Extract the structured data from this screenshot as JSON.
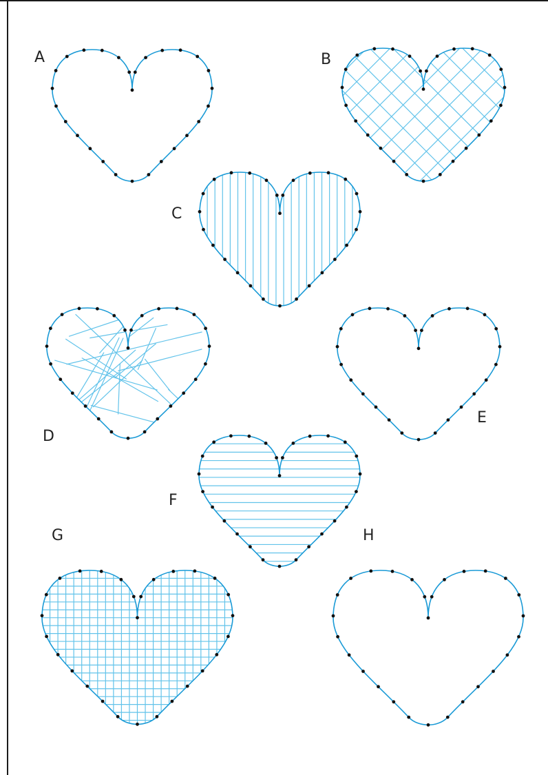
{
  "colors": {
    "outline": "#1a9ad6",
    "fill_lines": "#62c3ea",
    "dots": "#111111",
    "frame": "#1a1a1a"
  },
  "hearts": [
    {
      "label": "A",
      "fill": "none"
    },
    {
      "label": "B",
      "fill": "diagonal-crosshatch"
    },
    {
      "label": "C",
      "fill": "vertical-lines"
    },
    {
      "label": "D",
      "fill": "random-chords"
    },
    {
      "label": "E",
      "fill": "none"
    },
    {
      "label": "F",
      "fill": "horizontal-lines"
    },
    {
      "label": "G",
      "fill": "grid"
    },
    {
      "label": "H",
      "fill": "none"
    }
  ]
}
